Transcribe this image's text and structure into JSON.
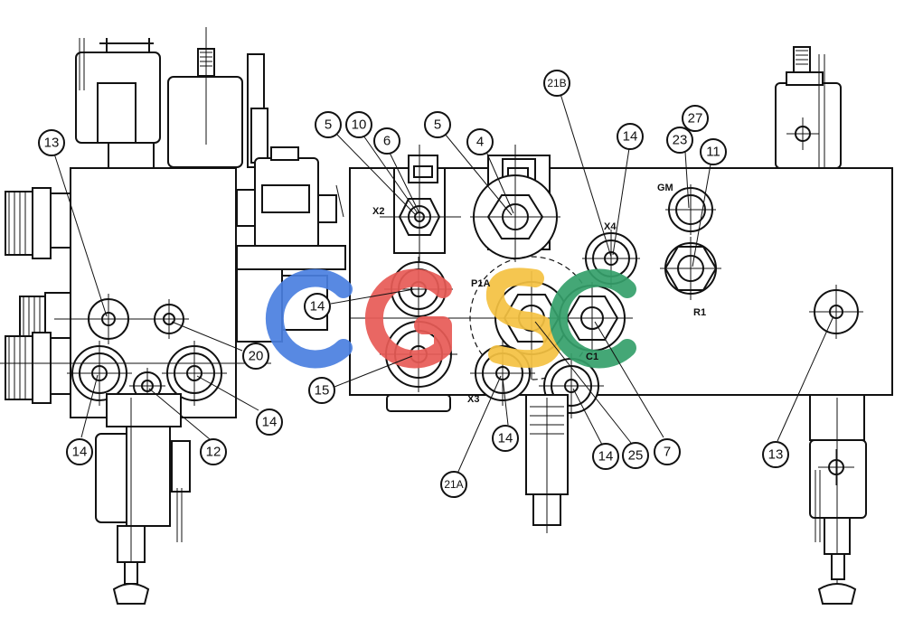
{
  "callouts": {
    "c13_left": "13",
    "c14_a": "14",
    "c12": "12",
    "c14_b": "14",
    "c20": "20",
    "c5_a": "5",
    "c10": "10",
    "c6": "6",
    "c5_b": "5",
    "c4": "4",
    "c21B": "21B",
    "c14_c": "14",
    "c27": "27",
    "c23": "23",
    "c11": "11",
    "c14_d": "14",
    "c15": "15",
    "c14_e": "14",
    "c21A": "21A",
    "c14_f": "14",
    "c25": "25",
    "c7": "7",
    "c13_right": "13"
  },
  "ports": {
    "x2": "X2",
    "x4": "X4",
    "gm": "GM",
    "p1a": "P1A",
    "r1": "R1",
    "c1": "C1",
    "x3": "X3"
  },
  "watermark": {
    "letters": [
      "C",
      "G",
      "S",
      "C"
    ],
    "colors": [
      "#4a7fe0",
      "#e85b56",
      "#f5c242",
      "#35a06b"
    ]
  },
  "colors": {
    "line": "#111111",
    "background": "#ffffff"
  }
}
